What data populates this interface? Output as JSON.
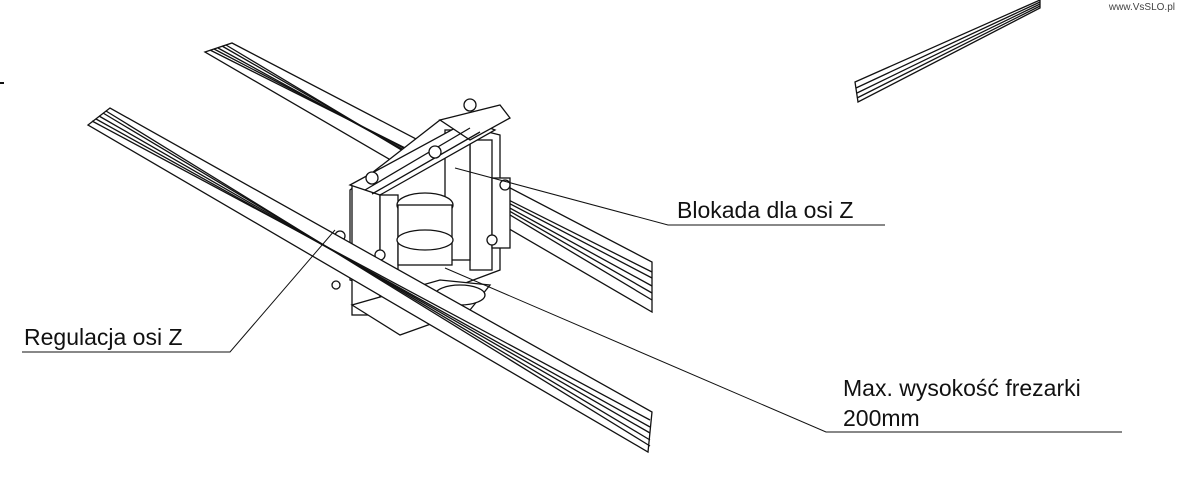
{
  "watermark": "www.VsSLO.pl",
  "labels": {
    "z_lock": "Blokada dla osi Z",
    "z_adjust": "Regulacja osi Z",
    "max_height_line1": "Max. wysokość frezarki",
    "max_height_line2": "200mm"
  },
  "colors": {
    "line": "#111111",
    "background": "#ffffff"
  }
}
